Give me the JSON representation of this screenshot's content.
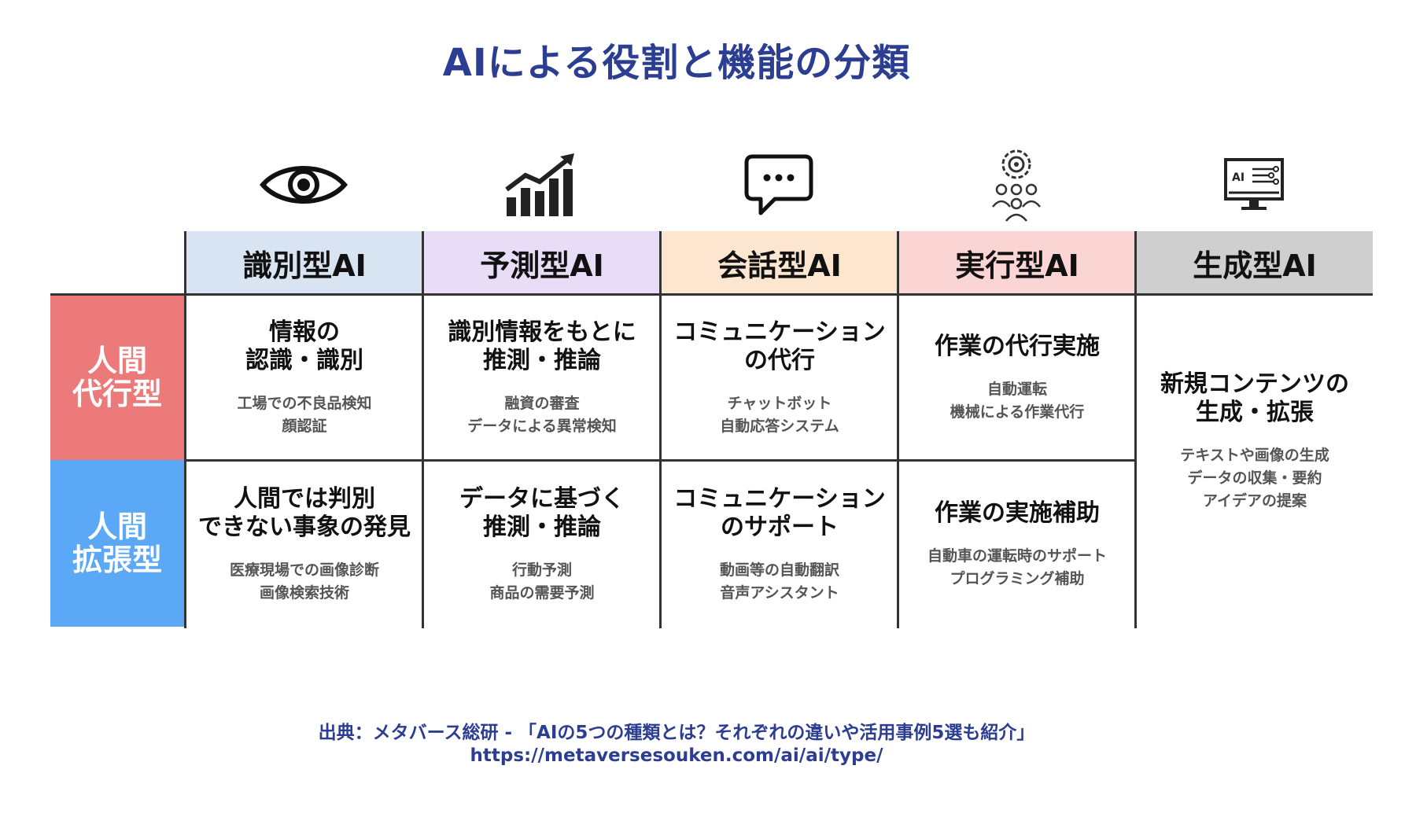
{
  "title": "AIによる役割と機能の分類",
  "icons": [
    "eye-icon",
    "growth-chart-icon",
    "chat-bubble-icon",
    "people-gear-icon",
    "ai-monitor-icon"
  ],
  "columns": [
    {
      "label": "識別型AI",
      "color": "#d9e4f3"
    },
    {
      "label": "予測型AI",
      "color": "#e8dcf7"
    },
    {
      "label": "会話型AI",
      "color": "#fde6cf"
    },
    {
      "label": "実行型AI",
      "color": "#fbd4d4"
    },
    {
      "label": "生成型AI",
      "color": "#cfcfcf"
    }
  ],
  "rows": [
    {
      "label": "人間\n代行型",
      "color": "#ec7a7a"
    },
    {
      "label": "人間\n拡張型",
      "color": "#5aa8f6"
    }
  ],
  "cells": {
    "r0": [
      {
        "main": "情報の\n認識・識別",
        "sub": "工場での不良品検知\n顔認証"
      },
      {
        "main": "識別情報をもとに\n推測・推論",
        "sub": "融資の審査\nデータによる異常検知"
      },
      {
        "main": "コミュニケーション\nの代行",
        "sub": "チャットボット\n自動応答システム"
      },
      {
        "main": "作業の代行実施",
        "sub": "自動運転\n機械による作業代行"
      }
    ],
    "r1": [
      {
        "main": "人間では判別\nできない事象の発見",
        "sub": "医療現場での画像診断\n画像検索技術"
      },
      {
        "main": "データに基づく\n推測・推論",
        "sub": "行動予測\n商品の需要予測"
      },
      {
        "main": "コミュニケーション\nのサポート",
        "sub": "動画等の自動翻訳\n音声アシスタント"
      },
      {
        "main": "作業の実施補助",
        "sub": "自動車の運転時のサポート\nプログラミング補助"
      }
    ],
    "gen": {
      "main": "新規コンテンツの\n生成・拡張",
      "sub": "テキストや画像の生成\nデータの収集・要約\nアイデアの提案"
    }
  },
  "source": {
    "line1": "出典：メタバース総研 - 「AIの5つの種類とは？それぞれの違いや活用事例5選も紹介」",
    "line2": "https://metaversesouken.com/ai/ai/type/"
  }
}
